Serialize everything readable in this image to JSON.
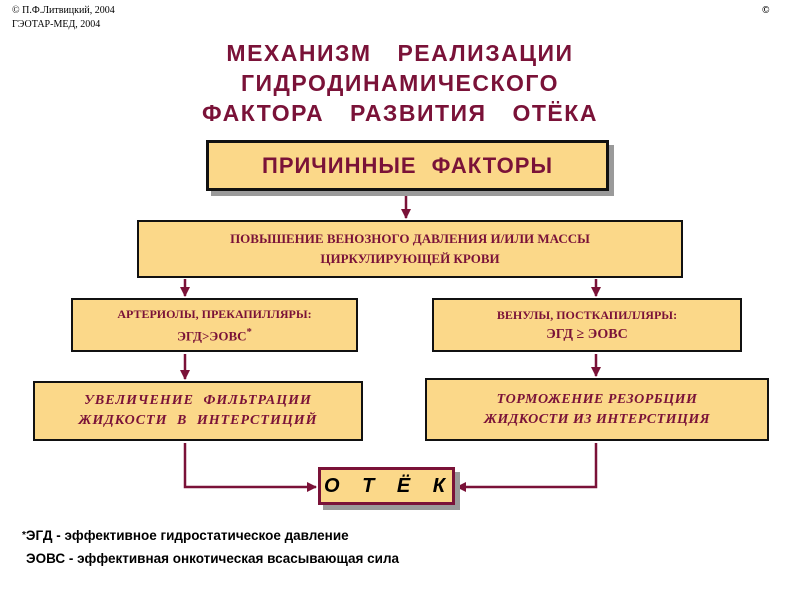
{
  "copyright": {
    "line1": "© П.Ф.Литвицкий, 2004",
    "line2": "ГЭОТАР-МЕД, 2004",
    "symbol": "©"
  },
  "title": {
    "line1": "МЕХАНИЗМ   РЕАЛИЗАЦИИ",
    "line2": "ГИДРОДИНАМИЧЕСКОГО",
    "line3": "ФАКТОРА   РАЗВИТИЯ   ОТЁКА"
  },
  "nodes": {
    "causes": "ПРИЧИННЫЕ  ФАКТОРЫ",
    "pressure_line1": "ПОВЫШЕНИЕ  ВЕНОЗНОГО ДАВЛЕНИЯ  И/ИЛИ  МАССЫ",
    "pressure_line2": "ЦИРКУЛИРУЮЩЕЙ  КРОВИ",
    "arteriole_line1": "АРТЕРИОЛЫ, ПРЕКАПИЛЛЯРЫ:",
    "arteriole_line2": "ЭГД>ЭОВС",
    "arteriole_mark": "*",
    "venule_line1": "ВЕНУЛЫ, ПОСТКАПИЛЛЯРЫ:",
    "venule_line2": "ЭГД ≥ ЭОВС",
    "filtration_line1": "УВЕЛИЧЕНИЕ  ФИЛЬТРАЦИИ",
    "filtration_line2": "ЖИДКОСТИ  В  ИНТЕРСТИЦИЙ",
    "resorption_line1": "ТОРМОЖЕНИЕ  РЕЗОРБЦИИ",
    "resorption_line2": "ЖИДКОСТИ ИЗ ИНТЕРСТИЦИЯ",
    "edema": "О  Т  Ё  К"
  },
  "footnote": {
    "star": "*",
    "line1": "ЭГД - эффективное гидростатическое давление",
    "line2": "ЭОВС - эффективная онкотическая всасывающая сила"
  },
  "colors": {
    "box_fill": "#fbd889",
    "text_accent": "#7a1238",
    "arrow": "#7a1238"
  }
}
